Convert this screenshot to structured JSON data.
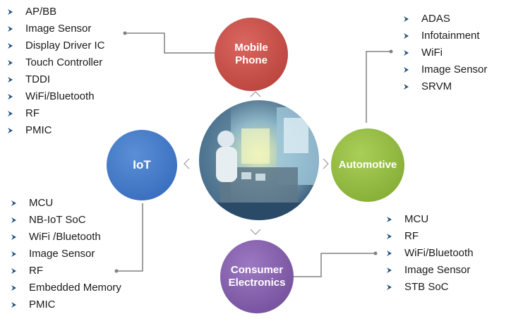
{
  "colors": {
    "mobile": "#c44a44",
    "iot": "#3f78c8",
    "automotive": "#94bd41",
    "consumer": "#7e57a8",
    "connector": "#808080",
    "bullet": "#1f4e79"
  },
  "icons": {
    "bullet": "chevron-right-icon",
    "pointer": "chevron-icon"
  },
  "nodes": {
    "mobile": {
      "line1": "Mobile",
      "line2": "Phone"
    },
    "iot": {
      "label": "IoT"
    },
    "automotive": {
      "label": "Automotive"
    },
    "consumer": {
      "line1": "Consumer",
      "line2": "Electronics"
    }
  },
  "lists": {
    "mobile": [
      "AP/BB",
      "Image Sensor",
      "Display Driver IC",
      "Touch Controller",
      "TDDI",
      "WiFi/Bluetooth",
      "RF",
      "PMIC"
    ],
    "automotive": [
      "ADAS",
      "Infotainment",
      "WiFi",
      "Image Sensor",
      "SRVM"
    ],
    "iot": [
      "MCU",
      "NB-IoT SoC",
      "WiFi /Bluetooth",
      "Image Sensor",
      "RF",
      "Embedded Memory",
      "PMIC"
    ],
    "consumer": [
      "MCU",
      "RF",
      "WiFi/Bluetooth",
      "Image Sensor",
      "STB SoC"
    ]
  }
}
